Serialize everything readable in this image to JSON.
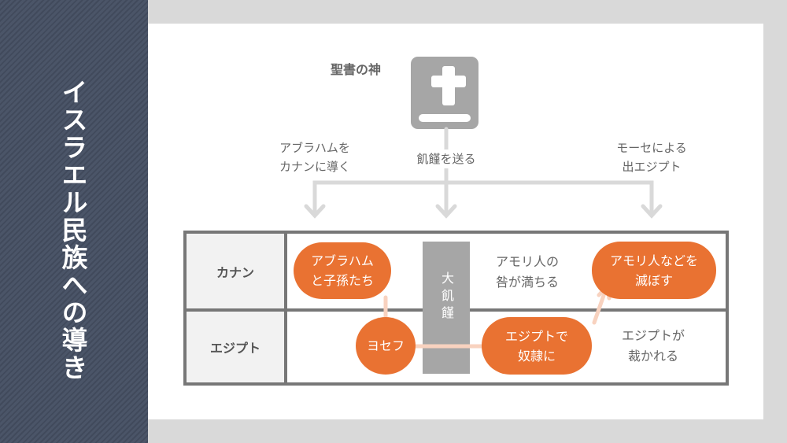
{
  "sidebar": {
    "title": "イスラエル民族への導き"
  },
  "header": {
    "god_label": "聖書の神"
  },
  "actions": {
    "left": [
      "アブラハムを",
      "カナンに導く"
    ],
    "center": "飢饉を送る",
    "right": [
      "モーセによる",
      "出エジプト"
    ]
  },
  "rows": {
    "canaan": "カナン",
    "egypt": "エジプト"
  },
  "nodes": {
    "abraham": [
      "アブラハム",
      "と子孫たち"
    ],
    "joseph": "ヨセフ",
    "famine": "大飢饉",
    "slavery": [
      "エジプトで",
      "奴隷に"
    ],
    "destroy": [
      "アモリ人などを",
      "滅ぼす"
    ]
  },
  "notes": {
    "amorite": [
      "アモリ人の",
      "咎が満ちる"
    ],
    "egypt_judged": [
      "エジプトが",
      "裁かれる"
    ]
  },
  "colors": {
    "orange": "#e97232",
    "arrow": "#f8d2bf",
    "line": "#d9d9d9",
    "sidebar": "#4b5568"
  }
}
